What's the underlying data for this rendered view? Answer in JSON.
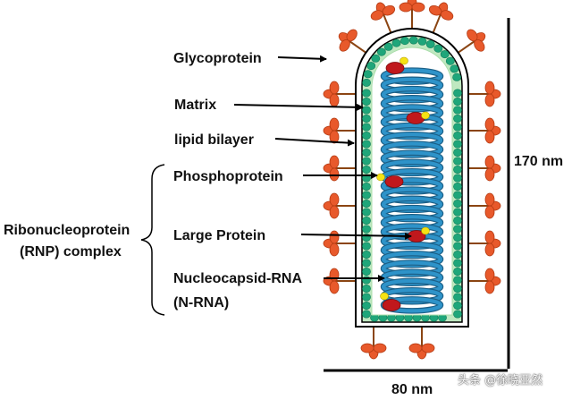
{
  "labels": {
    "glycoprotein": "Glycoprotein",
    "matrix": "Matrix",
    "lipid_bilayer": "lipid bilayer",
    "phosphoprotein": "Phosphoprotein",
    "large_protein": "Large Protein",
    "n_rna_line1": "Nucleocapsid-RNA",
    "n_rna_line2": "(N-RNA)",
    "rnp_line1": "Ribonucleoprotein",
    "rnp_line2": "(RNP) complex"
  },
  "dimensions": {
    "length": "170 nm",
    "width": "80 nm"
  },
  "watermark": "头条 @徐晓亚然",
  "colors": {
    "glycoprotein": "#e8592b",
    "glycoprotein_stem": "#8b4513",
    "matrix": "#1fa67a",
    "membrane_fill": "#bfe8c0",
    "coil": "#2e93c9",
    "large_protein": "#c0181c",
    "phosphoprotein": "#f5e214"
  }
}
